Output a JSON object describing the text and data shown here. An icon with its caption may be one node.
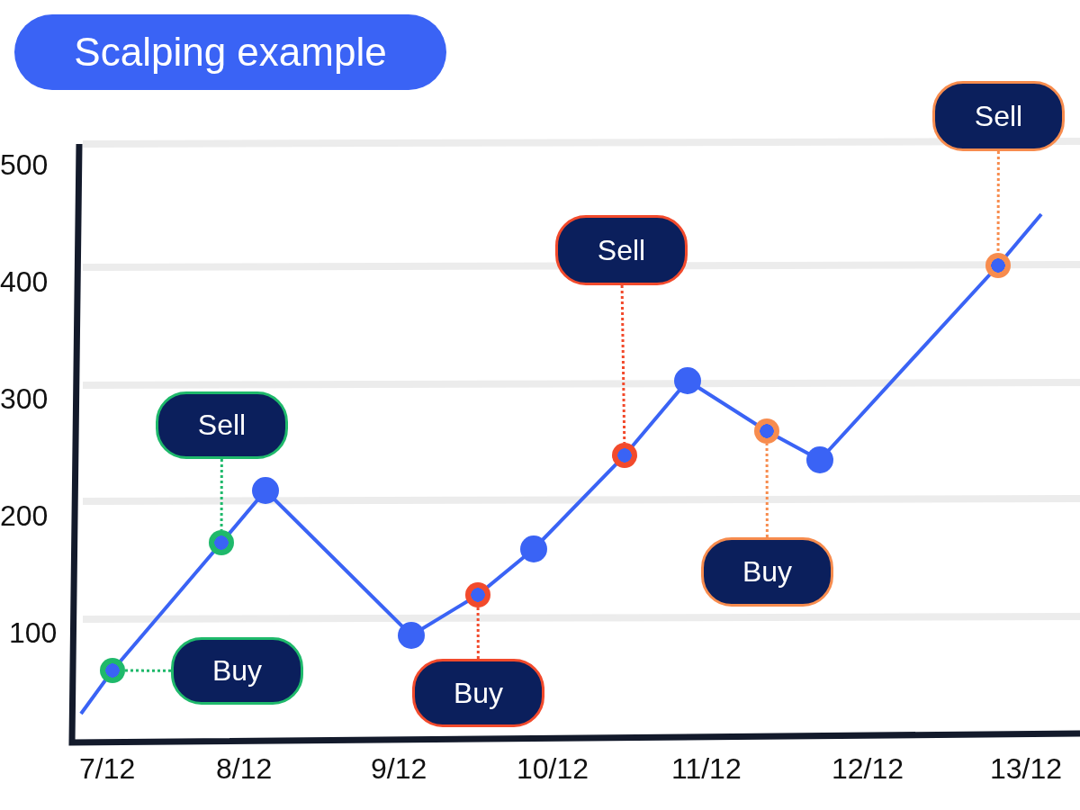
{
  "diagram": {
    "title": "Scalping example",
    "nodes": [
      {
        "text": [
          "Sell"
        ]
      },
      {
        "text": [],
        "shape": "circle"
      },
      {
        "text": [
          "Buy"
        ]
      },
      {
        "text": [],
        "shape": "circle"
      },
      {
        "text": [
          "Sell"
        ]
      },
      {
        "text": [],
        "shape": "circle"
      },
      {
        "text": [
          "Buy"
        ]
      },
      {
        "text": [],
        "shape": "circle"
      },
      {
        "text": [
          "Buy"
        ]
      },
      {
        "text": [],
        "shape": "circle"
      },
      {
        "text": [
          "Sell"
        ]
      },
      {
        "text": [],
        "shape": "circle"
      }
    ],
    "edges": [
      {
        "from": 0,
        "to": 1,
        "arrow": "none",
        "color": "#1fb96b"
      },
      {
        "from": 2,
        "to": 3,
        "arrow": "none",
        "color": "#1fb96b"
      },
      {
        "from": 4,
        "to": 5,
        "arrow": "none",
        "color": "#f24a2c"
      },
      {
        "from": 6,
        "to": 7,
        "arrow": "none",
        "color": "#f24a2c"
      },
      {
        "from": 8,
        "to": 9,
        "arrow": "none",
        "color": "#f78c4e"
      },
      {
        "from": 10,
        "to": 11,
        "arrow": "none",
        "color": "#f78c4e"
      }
    ],
    "labels": [
      "500",
      "400",
      "300",
      "200",
      "100",
      "7/12",
      "8/12",
      "9/12",
      "10/12",
      "11/12",
      "12/12",
      "13/12"
    ]
  }
}
